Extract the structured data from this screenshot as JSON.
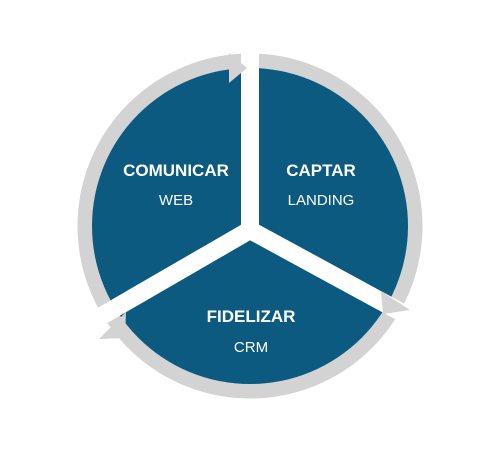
{
  "diagram": {
    "segments": [
      {
        "title": "COMUNICAR",
        "subtitle": "WEB"
      },
      {
        "title": "CAPTAR",
        "subtitle": "LANDING"
      },
      {
        "title": "FIDELIZAR",
        "subtitle": "CRM"
      }
    ],
    "colors": {
      "segment": "#0d5a80",
      "ring": "#d3d3d3",
      "separator": "#ffffff",
      "text": "#ffffff"
    }
  }
}
